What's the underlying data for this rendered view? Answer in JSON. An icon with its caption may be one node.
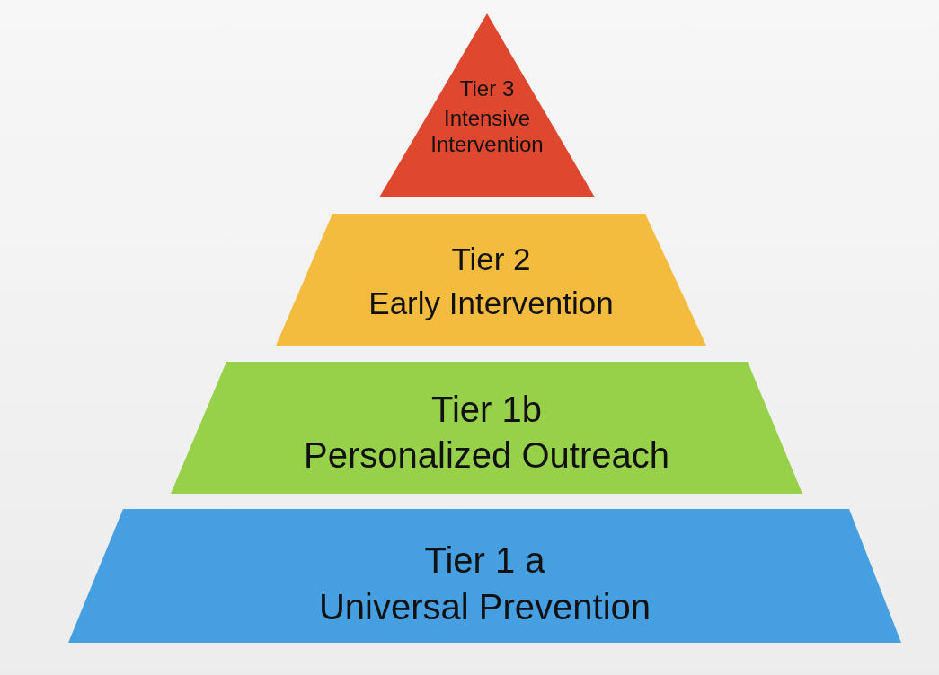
{
  "diagram": {
    "nodes": [
      {
        "text": [
          "Tier 3",
          "Intensive Intervention"
        ]
      },
      {
        "text": [
          "Tier 2",
          "Early Intervention"
        ]
      },
      {
        "text": [
          "Tier 1b",
          "Personalized Outreach"
        ]
      },
      {
        "text": [
          "Tier 1 a",
          "Universal Prevention"
        ]
      }
    ]
  }
}
